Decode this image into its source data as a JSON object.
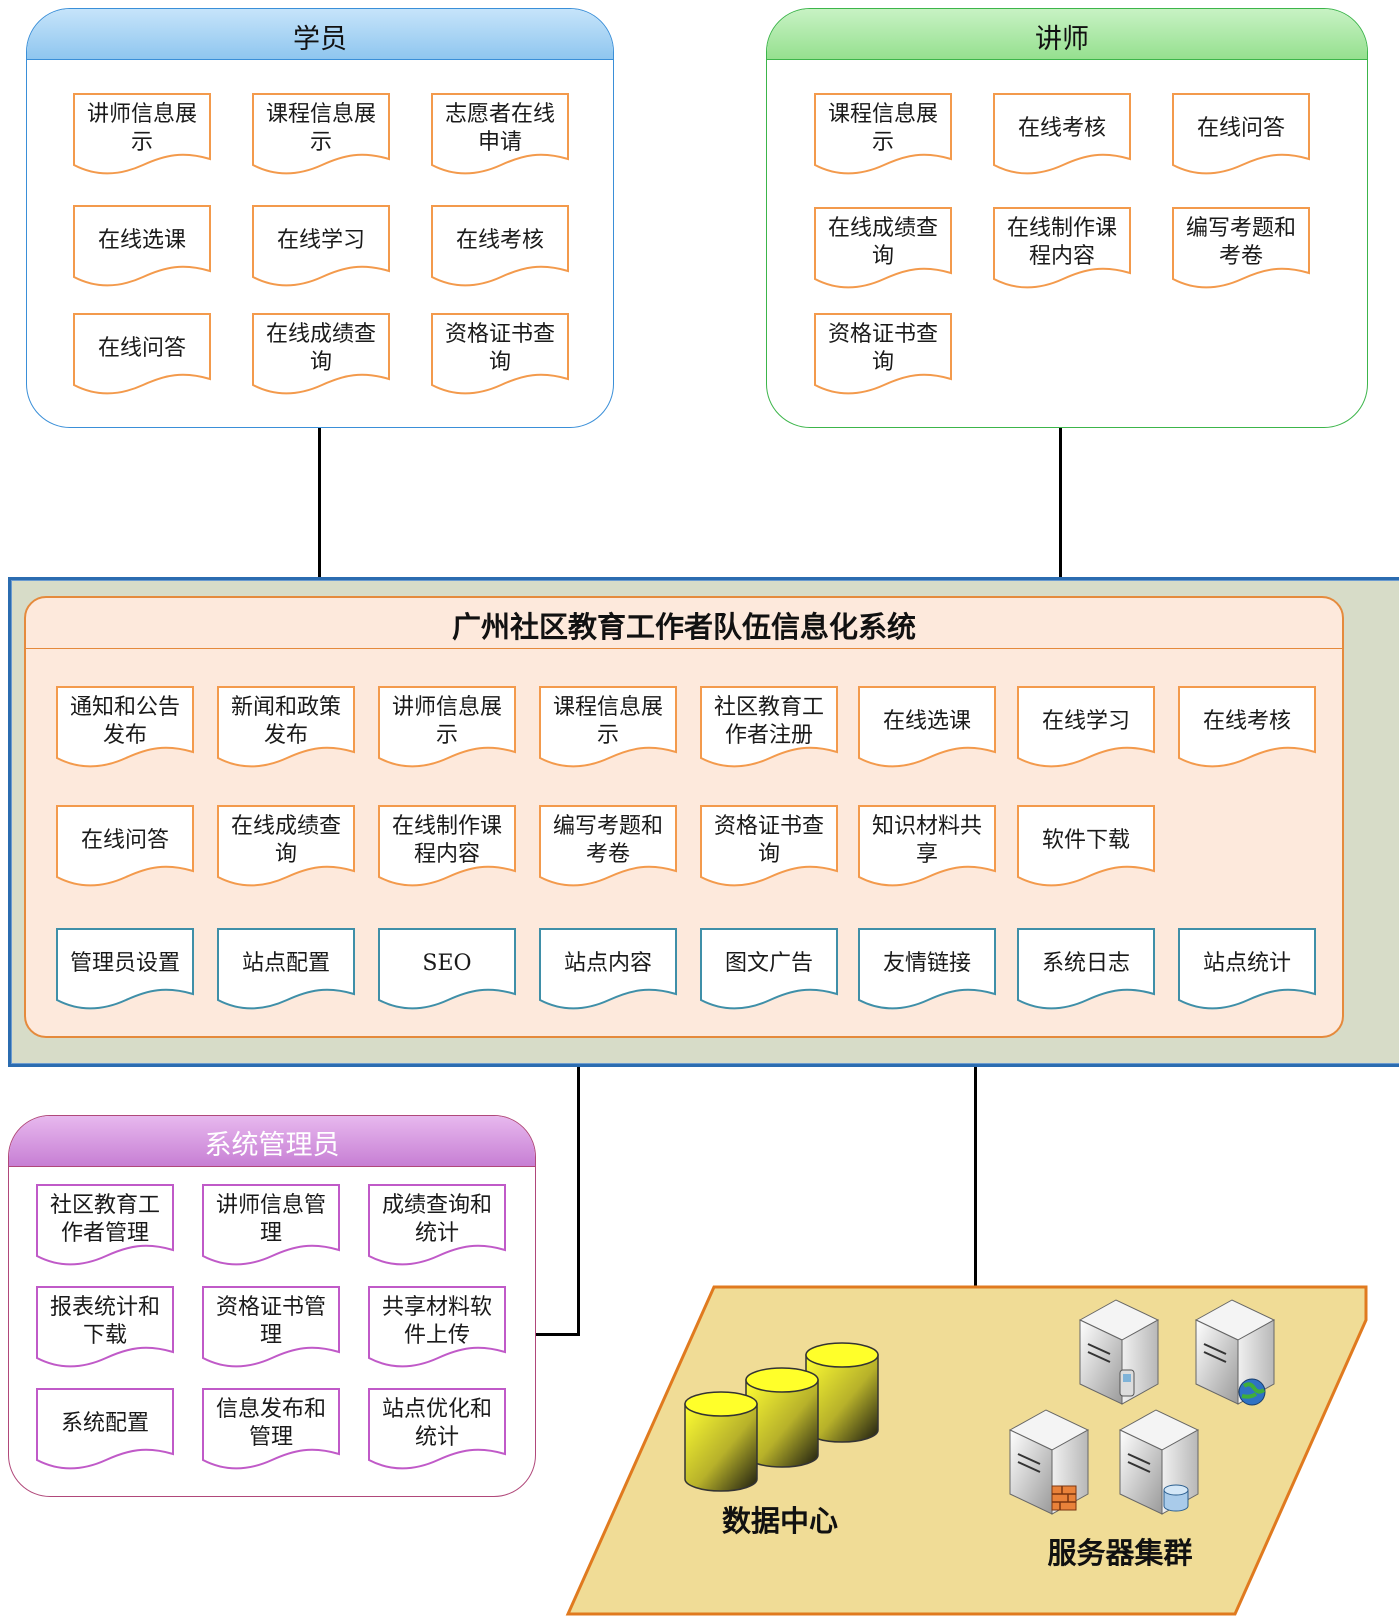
{
  "student": {
    "title": "学员",
    "items": [
      "讲师信息展示",
      "课程信息展示",
      "志愿者在线申请",
      "在线选课",
      "在线学习",
      "在线考核",
      "在线问答",
      "在线成绩查询",
      "资格证书查询"
    ]
  },
  "lecturer": {
    "title": "讲师",
    "items": [
      "课程信息展示",
      "在线考核",
      "在线问答",
      "在线成绩查询",
      "在线制作课程内容",
      "编写考题和考卷",
      "资格证书查询"
    ]
  },
  "system": {
    "title": "广州社区教育工作者队伍信息化系统",
    "row1": [
      "通知和公告发布",
      "新闻和政策发布",
      "讲师信息展示",
      "课程信息展示",
      "社区教育工作者注册",
      "在线选课",
      "在线学习",
      "在线考核"
    ],
    "row2": [
      "在线问答",
      "在线成绩查询",
      "在线制作课程内容",
      "编写考题和考卷",
      "资格证书查询",
      "知识材料共享",
      "软件下载"
    ],
    "row3": [
      "管理员设置",
      "站点配置",
      "SEO",
      "站点内容",
      "图文广告",
      "友情链接",
      "系统日志",
      "站点统计"
    ]
  },
  "admin": {
    "title": "系统管理员",
    "items": [
      "社区教育工作者管理",
      "讲师信息管理",
      "成绩查询和统计",
      "报表统计和下载",
      "资格证书管理",
      "共享材料软件上传",
      "系统配置",
      "信息发布和管理",
      "站点优化和统计"
    ]
  },
  "infra": {
    "data_center_label": "数据中心",
    "server_cluster_label": "服务器集群"
  },
  "colors": {
    "student_header": "#a8d4f5",
    "lecturer_header": "#a8e8a4",
    "system_panel": "#fde9dc",
    "admin_header": "#d49be0",
    "infra_fill": "#f0dc96",
    "doc_orange": "#f39a4c",
    "doc_teal": "#3f8fa8",
    "doc_purple": "#c05ac8"
  }
}
